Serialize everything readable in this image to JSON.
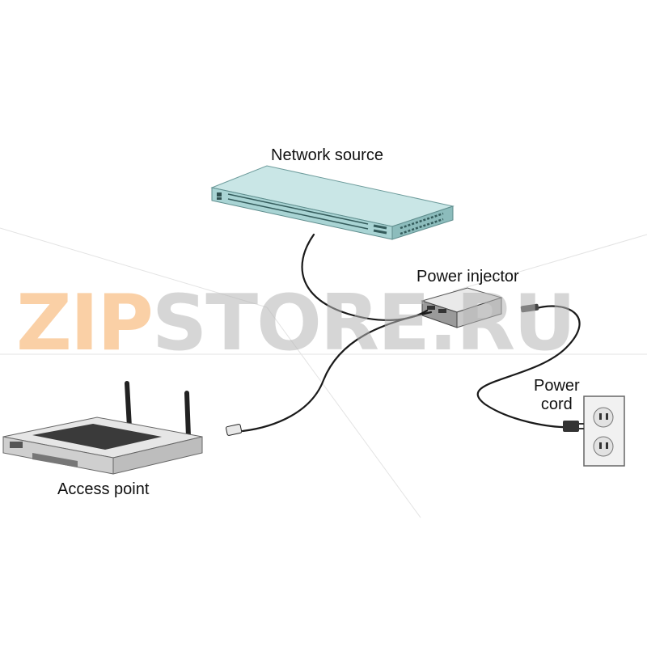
{
  "labels": {
    "network_source": "Network source",
    "power_injector": "Power injector",
    "access_point": "Access point",
    "power_cord_line1": "Power",
    "power_cord_line2": "cord"
  },
  "watermark": {
    "text_accent": "ZIP",
    "text_rest": "STORE.RU",
    "accent_color": "#f6a95c",
    "rest_color": "#b5b5b5"
  },
  "colors": {
    "switch_body": "#a9d4d4",
    "switch_side": "#7fb2b2",
    "cable": "#1a1a1a",
    "device_grey": "#d9d9d9"
  }
}
